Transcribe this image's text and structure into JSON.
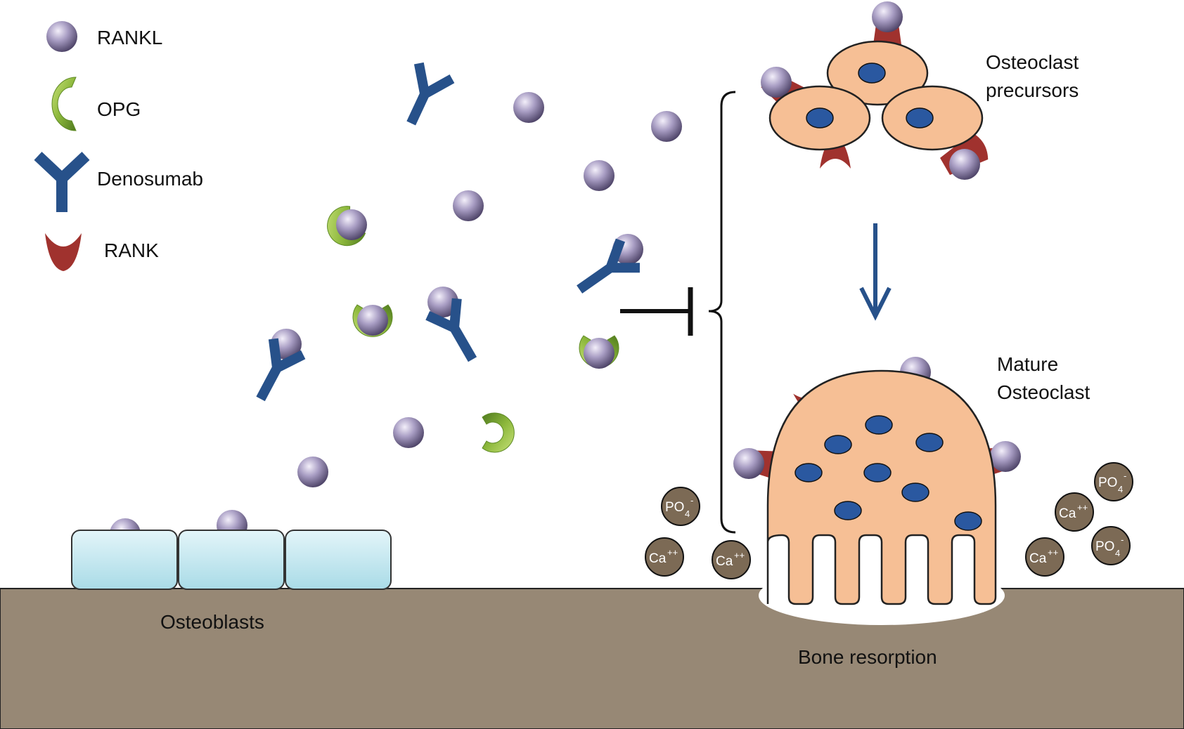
{
  "legend": {
    "rankl": "RANKL",
    "opg": "OPG",
    "denosumab": "Denosumab",
    "rank": "RANK"
  },
  "labels": {
    "precursors_line1": "Osteoclast",
    "precursors_line2": "precursors",
    "mature_line1": "Mature",
    "mature_line2": "Osteoclast",
    "osteoblasts": "Osteoblasts",
    "bone_resorption": "Bone resorption"
  },
  "ions": {
    "po4_base": "PO",
    "po4_sub": "4",
    "po4_sup": "-",
    "ca_base": "Ca",
    "ca_sup": "++"
  },
  "colors": {
    "rankl": "#a79cc0",
    "opg": "#8db83c",
    "denosumab": "#27518a",
    "rank": "#a0322e",
    "cell": "#f6bf95",
    "nucleus": "#2a58a0",
    "osteoblast": "#c7e9f0",
    "bone": "#978875",
    "ion": "#7c6a55"
  }
}
